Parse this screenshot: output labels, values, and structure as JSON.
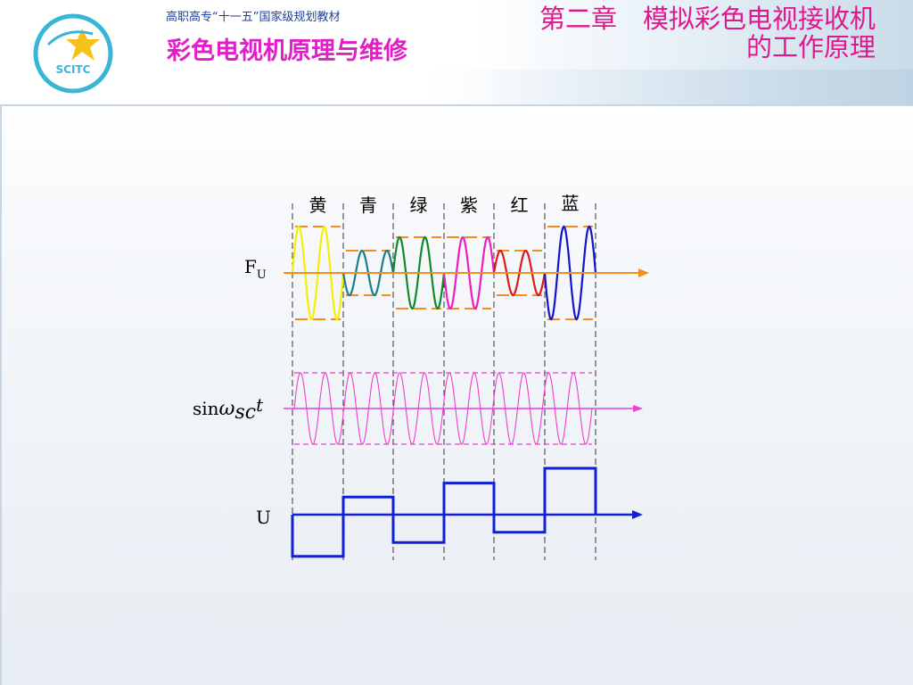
{
  "header": {
    "series_text": "高职高专“十一五”国家级规划教材",
    "book_title": "彩色电视机原理与维修",
    "chapter_line1": "第二章　模拟彩色电视接收机",
    "chapter_line2": "的工作原理",
    "logo_text": "SCITC"
  },
  "diagram": {
    "columns": [
      "黄",
      "青",
      "绿",
      "紫",
      "红",
      "蓝"
    ],
    "row_labels": {
      "fu_main": "F",
      "fu_sub": "U",
      "sin_prefix": "sin",
      "sin_omega": "ω",
      "sin_sub": "sc",
      "sin_t": "t",
      "u": "U"
    },
    "wave_colors": [
      "#f4f000",
      "#1a7e8a",
      "#0f8a2a",
      "#ee1cc4",
      "#e01818",
      "#1414c8"
    ],
    "fu_levels": [
      1.0,
      0.48,
      0.77,
      0.77,
      0.48,
      1.0
    ],
    "u_levels": [
      -0.9,
      0.38,
      -0.6,
      0.68,
      -0.38,
      1.0
    ],
    "colors": {
      "axis_orange": "#f28c1e",
      "subcarrier": "#ee3fd0",
      "u_signal": "#1020d8",
      "divider": "#333333",
      "title_pink": "#e21ec8",
      "chapter_pink": "#e0188e",
      "series_blue": "#1f3f9e"
    }
  }
}
